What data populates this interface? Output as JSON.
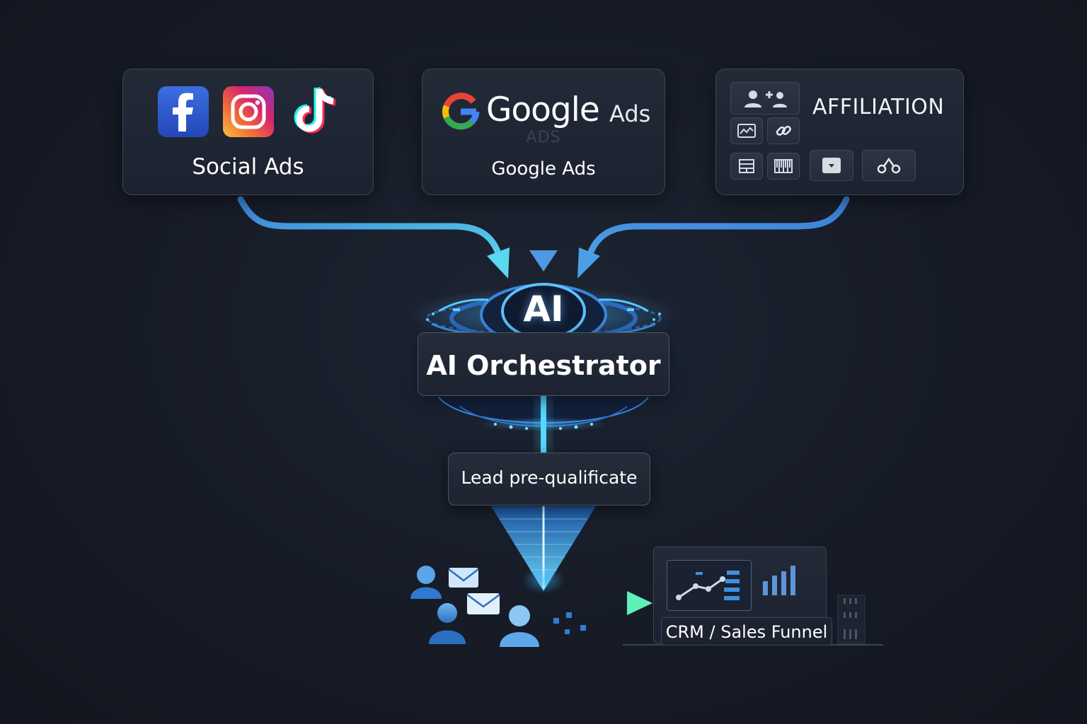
{
  "sources": {
    "social": {
      "label": "Social Ads",
      "icons": [
        "facebook-icon",
        "instagram-icon",
        "tiktok-icon"
      ]
    },
    "google": {
      "logo_word": "Google",
      "logo_suffix": "Ads",
      "ghost": "ADS",
      "label": "Google Ads"
    },
    "affiliation": {
      "title": "AFFILIATION",
      "icons": [
        "add-users-icon",
        "chart-icon",
        "link-icon",
        "layout-icon",
        "grid-icon",
        "dropdown-icon",
        "chain-icon"
      ]
    }
  },
  "orchestrator": {
    "badge": "AI",
    "label": "AI Orchestrator"
  },
  "lead": {
    "label": "Lead pre-qualificate"
  },
  "crm": {
    "label": "CRM / Sales Funnel"
  },
  "colors": {
    "background": "#161b26",
    "arrow_blue": "#3c8ee0",
    "arrow_cyan": "#4fd6ee",
    "arrow_green": "#4fe0b0",
    "card_border": "#3d4657"
  }
}
